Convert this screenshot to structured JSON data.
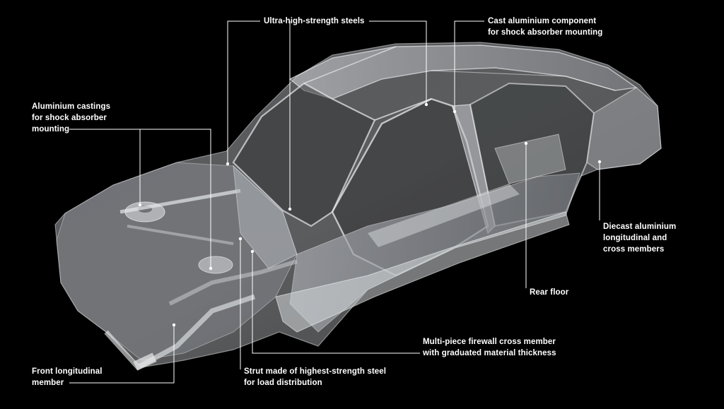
{
  "theme": {
    "background": "#000000",
    "line_color": "#ffffff",
    "body_tint": "#b9bcc0"
  },
  "callouts": {
    "ultra_high_strength_steels": {
      "lines": [
        "Ultra-high-strength steels"
      ]
    },
    "cast_aluminium_component": {
      "lines": [
        "Cast aluminium component",
        "for shock absorber mounting"
      ]
    },
    "aluminium_castings_shock": {
      "lines": [
        "Aluminium castings",
        "for shock absorber",
        "mounting"
      ]
    },
    "diecast_aluminium_members": {
      "lines": [
        "Diecast aluminium",
        "longitudinal and",
        "cross members"
      ]
    },
    "rear_floor": {
      "lines": [
        "Rear floor"
      ]
    },
    "multi_piece_firewall": {
      "lines": [
        "Multi-piece firewall cross member",
        "with graduated material thickness"
      ]
    },
    "front_longitudinal_member": {
      "lines": [
        "Front longitudinal",
        "member"
      ]
    },
    "strut_highest_strength": {
      "lines": [
        "Strut made of highest-strength steel",
        "for load distribution"
      ]
    }
  }
}
